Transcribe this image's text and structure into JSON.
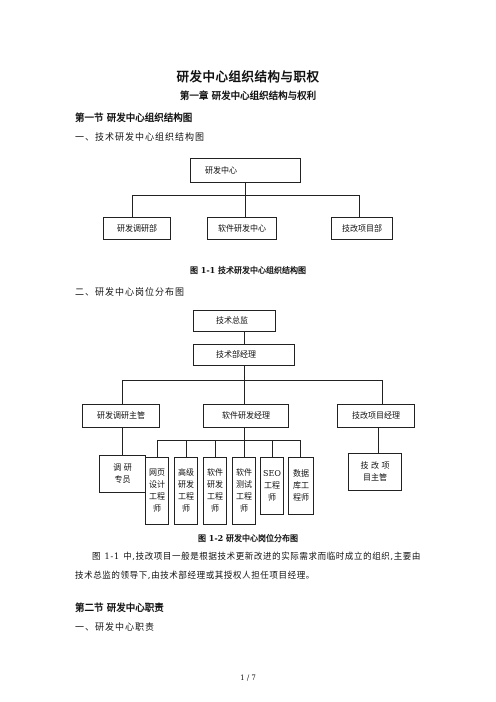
{
  "title": "研发中心组织结构与职权",
  "chapter": "第一章  研发中心组织结构与权利",
  "section1": "第一节  研发中心组织结构图",
  "sub1": "一、技术研发中心组织结构图",
  "chart1": {
    "top": "研发中心",
    "children": [
      "研发调研部",
      "软件研发中心",
      "技改项目部"
    ]
  },
  "caption1": "图 1-1  技术研发中心组织结构图",
  "sub2": "二、研发中心岗位分布图",
  "chart2": {
    "level1": "技术总监",
    "level2": "技术部经理",
    "level3": [
      "研发调研主管",
      "软件研发经理",
      "技改项目经理"
    ],
    "left_leaf": "调 研\n专员",
    "software_leaves": [
      "网页\n设计\n工程\n师",
      "高级\n研发\n工程\n师",
      "软件\n研发\n工程\n师",
      "软件\n测试\n工程\n师",
      "SEO\n工程\n师",
      "数据\n库工\n程师"
    ],
    "right_leaf": "技 改 项\n目主管"
  },
  "caption2": "图 1-2  研发中心岗位分布图",
  "paragraph": "图 1-1 中,技改项目一般是根据技术更新改进的实际需求而临时成立的组织,主要由技术总监的领导下,由技术部经理或其授权人担任项目经理。",
  "section2": "第二节  研发中心职责",
  "sub3": "一、研发中心职责",
  "page": "1 / 7"
}
